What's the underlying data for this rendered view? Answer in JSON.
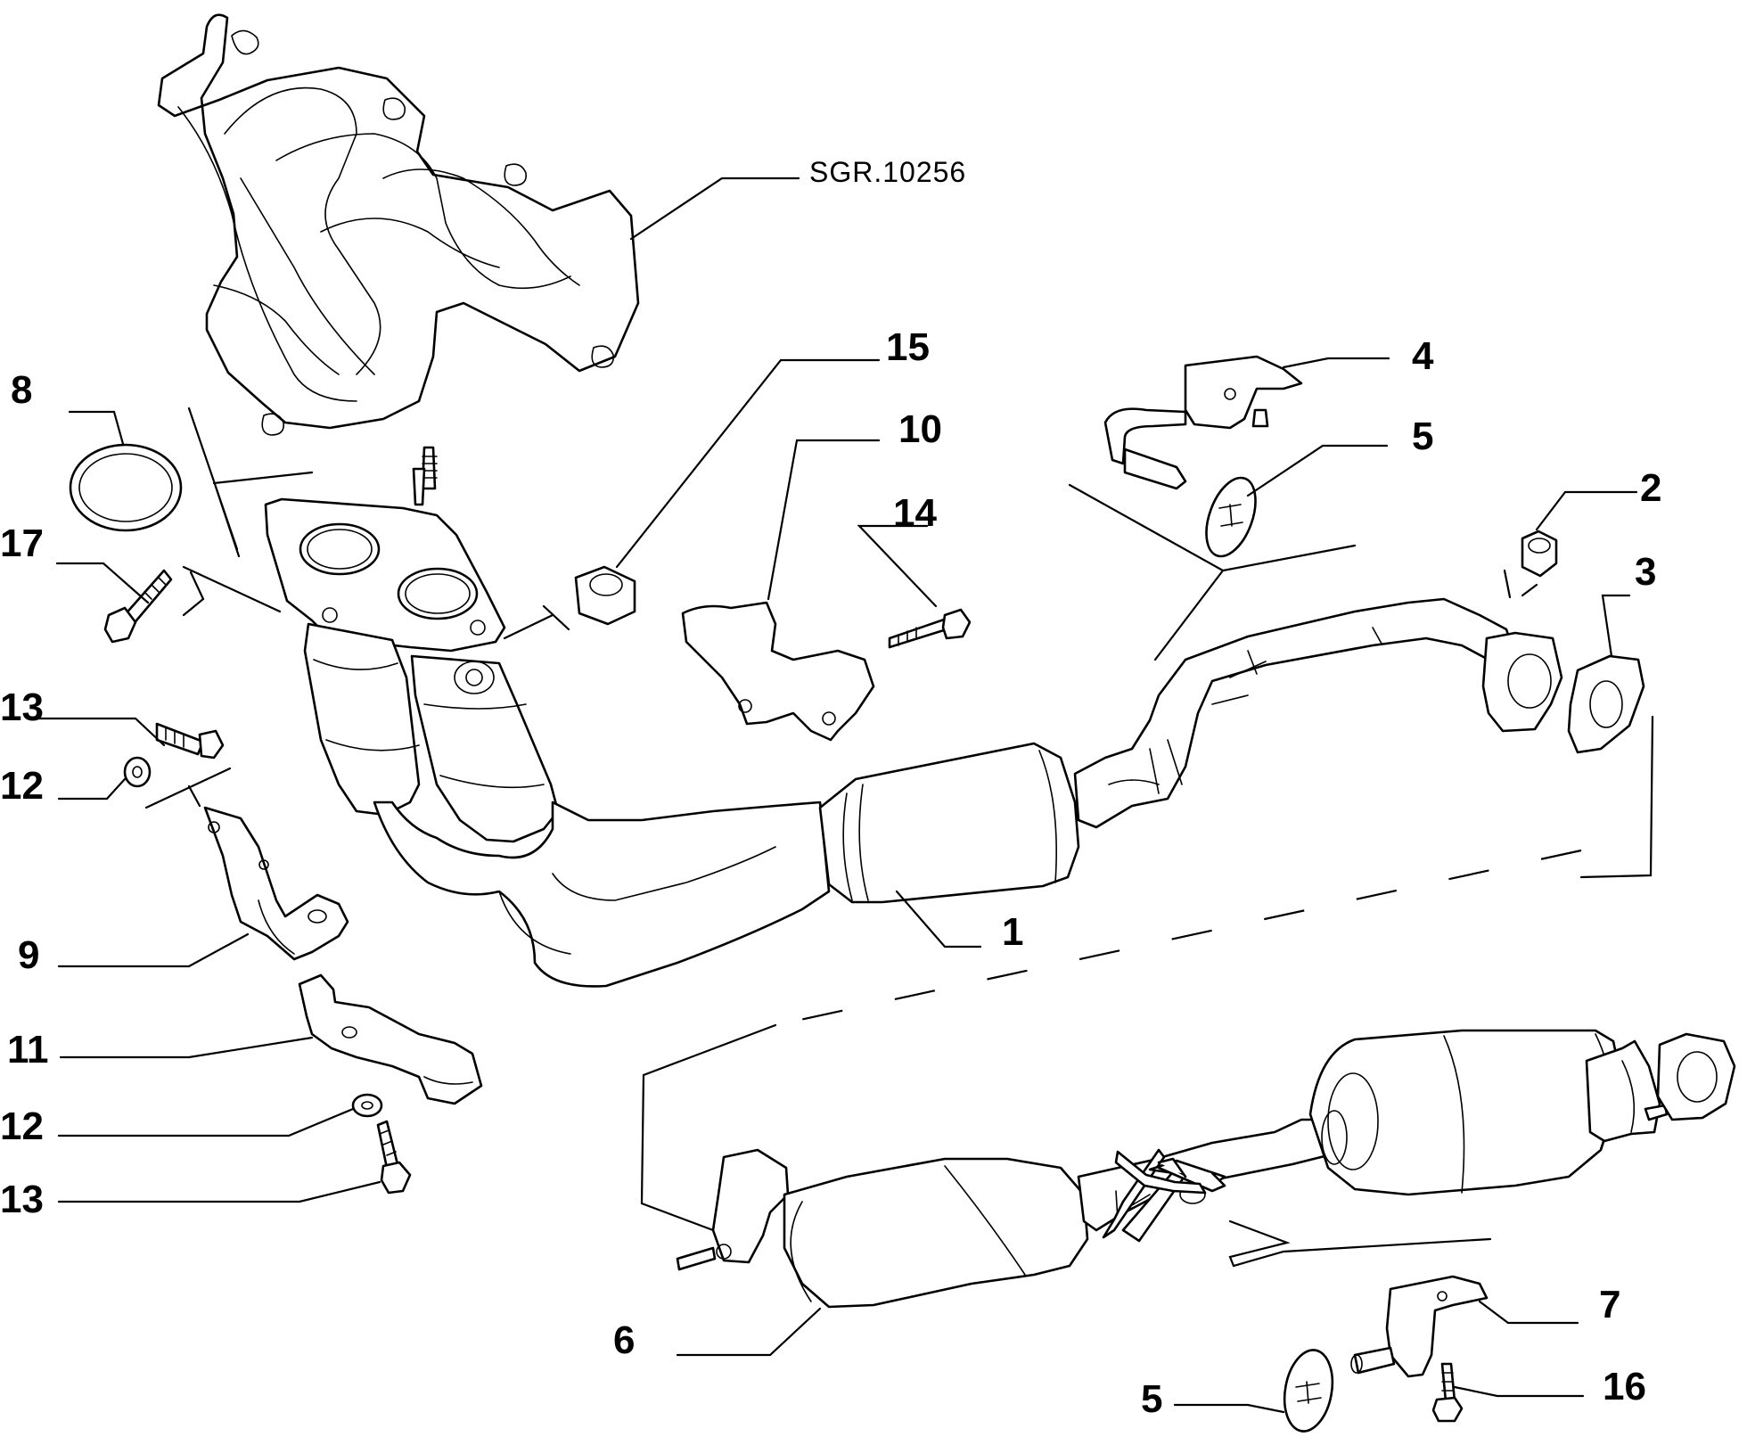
{
  "reference": "SGR.10256",
  "callouts": {
    "c1": "1",
    "c2": "2",
    "c3": "3",
    "c4": "4",
    "c5a": "5",
    "c5b": "5",
    "c6": "6",
    "c7": "7",
    "c8": "8",
    "c9": "9",
    "c10": "10",
    "c11": "11",
    "c12a": "12",
    "c12b": "12",
    "c13a": "13",
    "c13b": "13",
    "c14": "14",
    "c15": "15",
    "c16": "16",
    "c17": "17"
  },
  "colors": {
    "line": "#000000",
    "background": "#ffffff"
  }
}
